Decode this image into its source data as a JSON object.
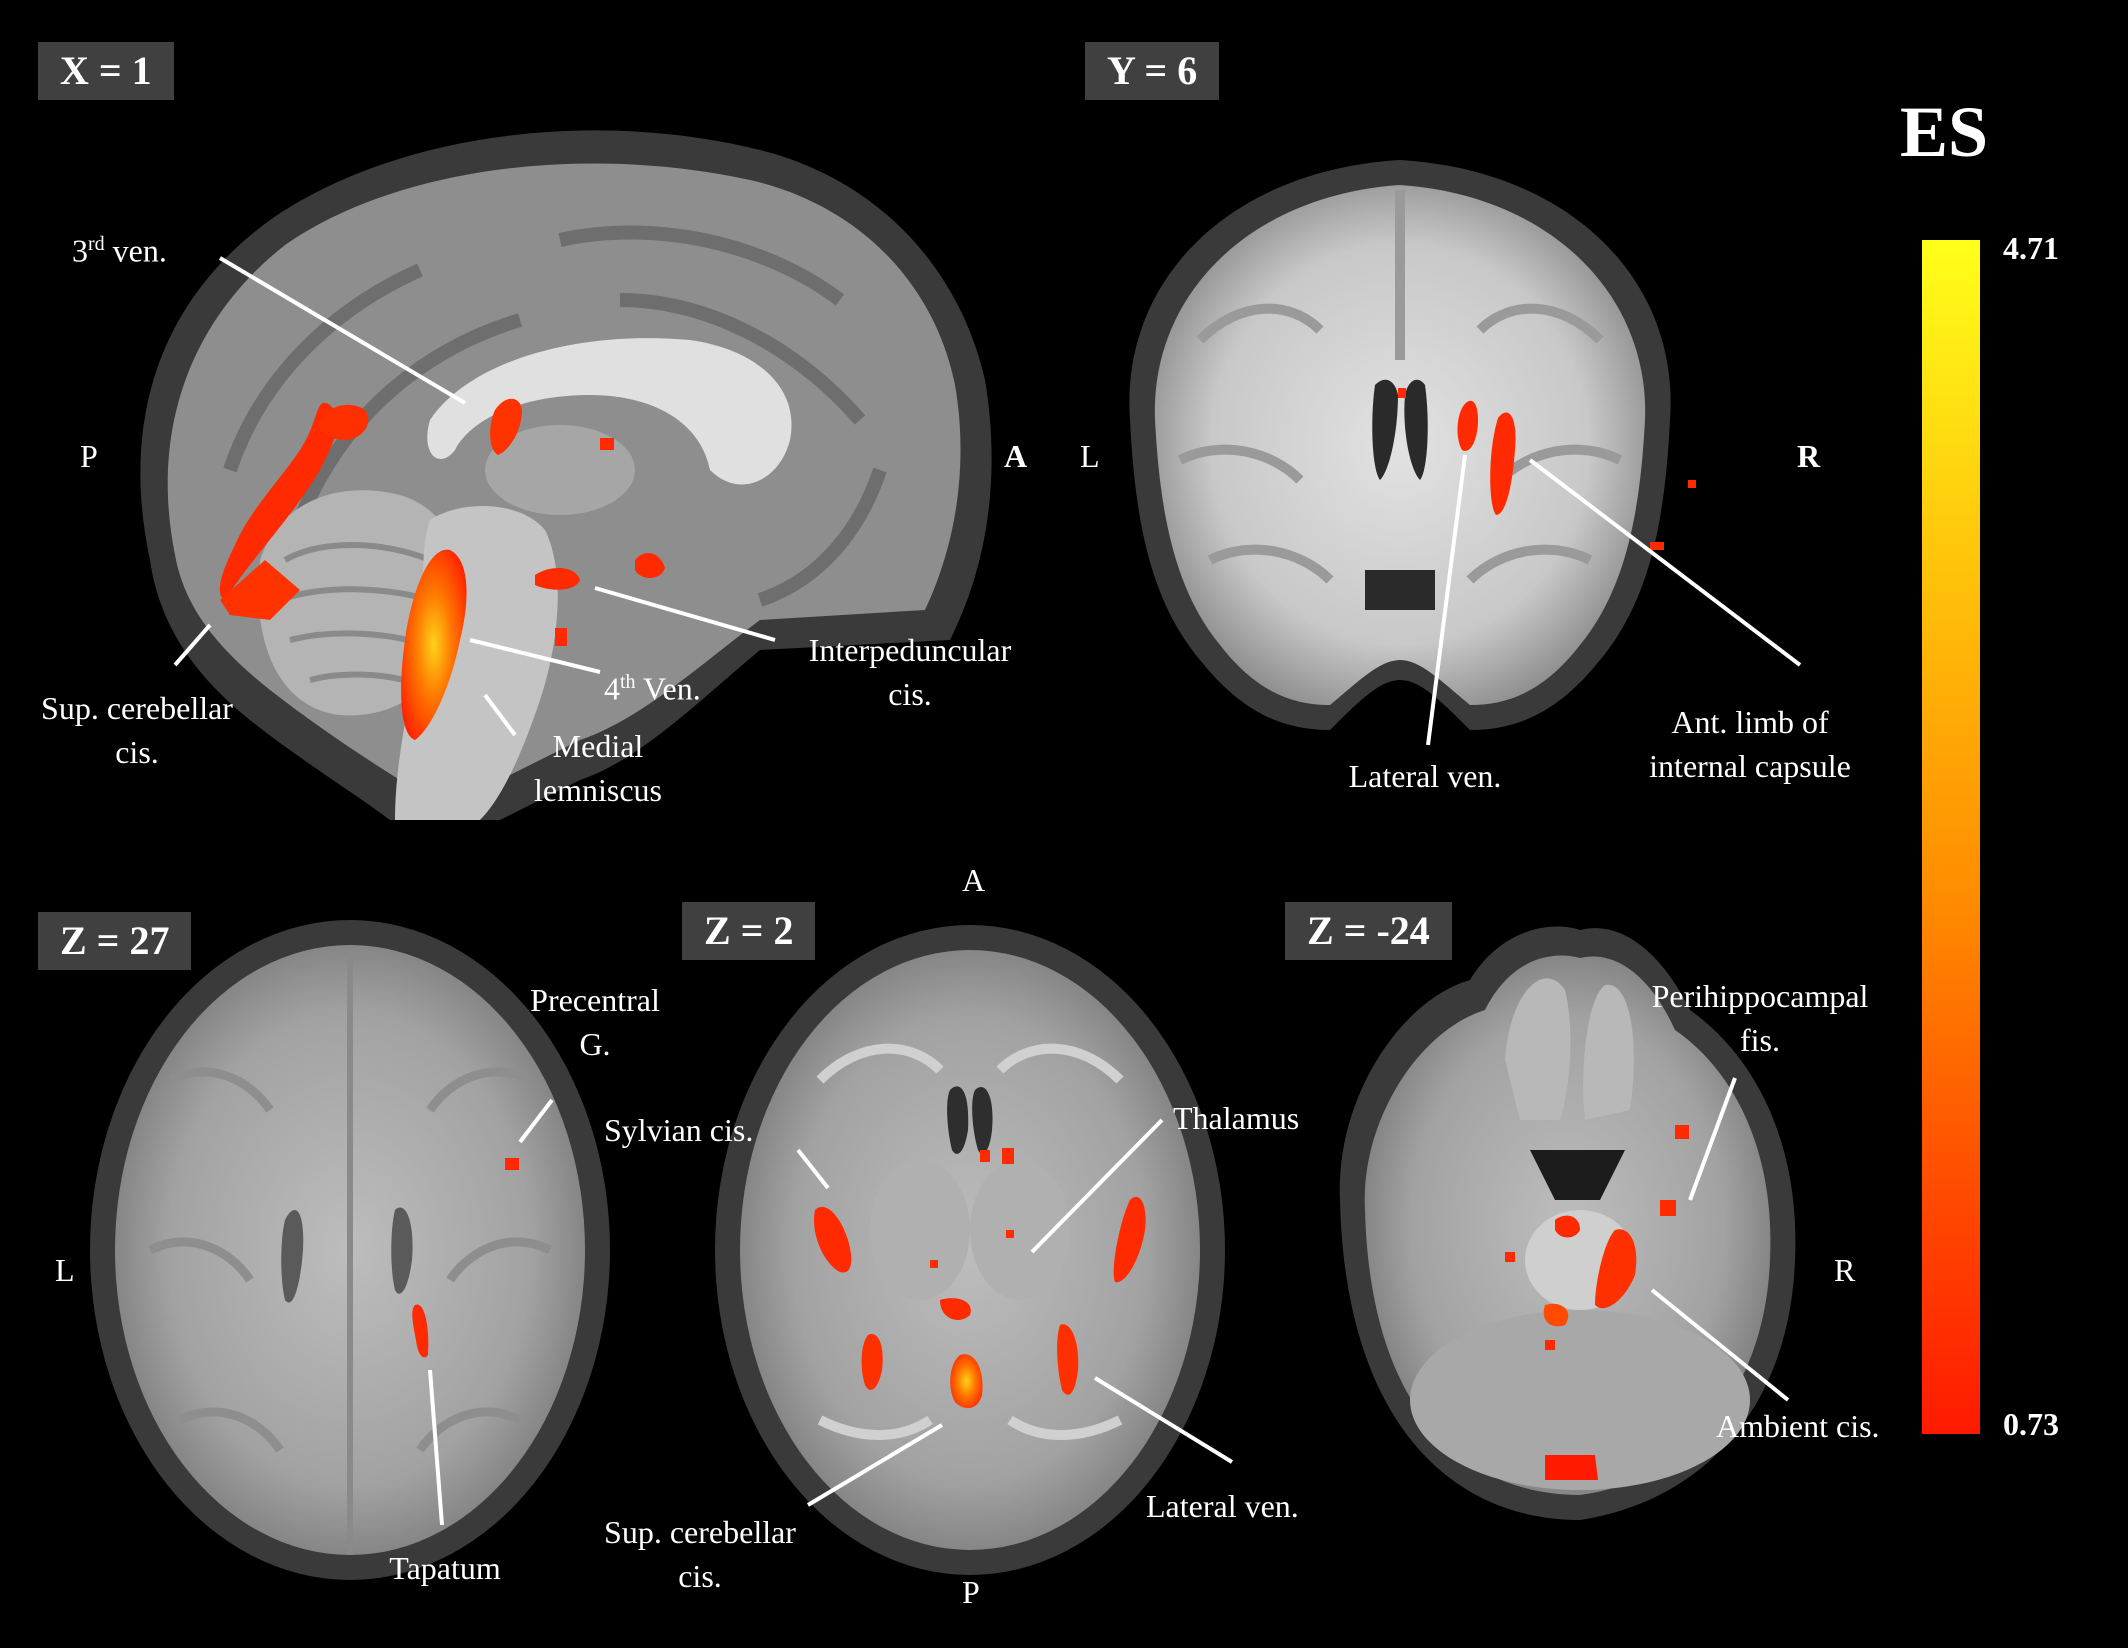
{
  "colors": {
    "background": "#000000",
    "label_box": "#404040",
    "brain_light": "#d9d9d9",
    "brain_mid": "#9a9a9a",
    "brain_dark": "#404040",
    "activation_low": "#ff1a00",
    "activation_high": "#ffff1a"
  },
  "colorbar": {
    "title": "ES",
    "max_label": "4.71",
    "min_label": "0.73",
    "max_value": 4.71,
    "min_value": 0.73
  },
  "panels": {
    "sagittal": {
      "slice_label": "X = 1",
      "orient_left": "P",
      "orient_right": "A",
      "annotations": {
        "third_ven_base": "3",
        "third_ven_sup": "rd",
        "third_ven_rest": " ven.",
        "sup_cerebellar_line1": "Sup. cerebellar",
        "sup_cerebellar_line2": "cis.",
        "fourth_ven_base": "4",
        "fourth_ven_sup": "th",
        "fourth_ven_rest": " Ven.",
        "interpeduncular_line1": "Interpeduncular",
        "interpeduncular_line2": "cis.",
        "medial_lemniscus_line1": "Medial",
        "medial_lemniscus_line2": "lemniscus"
      }
    },
    "coronal": {
      "slice_label": "Y = 6",
      "orient_left": "L",
      "orient_right": "R",
      "annotations": {
        "lateral_ven": "Lateral ven.",
        "ant_limb_line1": "Ant. limb of",
        "ant_limb_line2": "internal capsule"
      }
    },
    "axial_27": {
      "slice_label": "Z = 27",
      "orient_left": "L",
      "annotations": {
        "precentral_line1": "Precentral",
        "precentral_line2": "G.",
        "tapatum": "Tapatum"
      }
    },
    "axial_2": {
      "slice_label": "Z = 2",
      "orient_top": "A",
      "orient_bottom": "P",
      "annotations": {
        "sylvian": "Sylvian cis.",
        "thalamus": "Thalamus",
        "lateral_ven": "Lateral ven.",
        "sup_cerebellar_line1": "Sup. cerebellar",
        "sup_cerebellar_line2": "cis."
      }
    },
    "axial_m24": {
      "slice_label": "Z = -24",
      "orient_right": "R",
      "annotations": {
        "perihippocampal_line1": "Perihippocampal",
        "perihippocampal_line2": "fis.",
        "ambient": "Ambient cis."
      }
    }
  }
}
